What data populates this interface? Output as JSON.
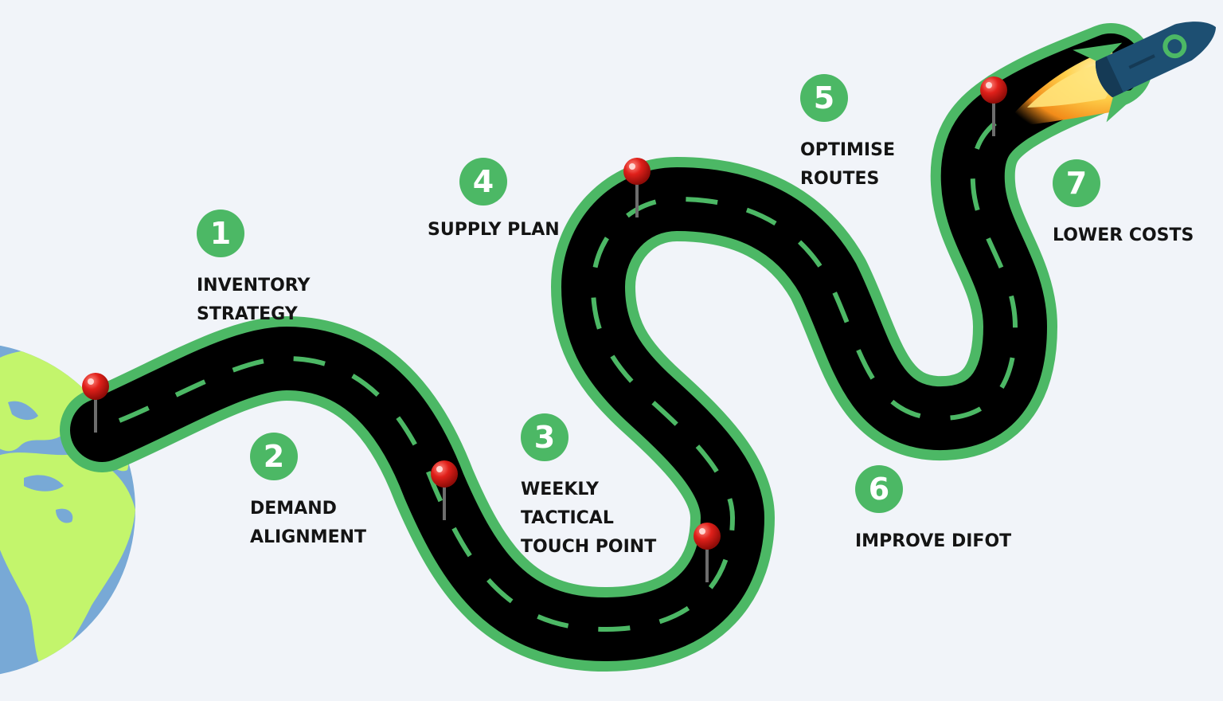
{
  "steps": [
    {
      "number": "1",
      "label": "INVENTORY\nSTRATEGY"
    },
    {
      "number": "2",
      "label": "DEMAND\nALIGNMENT"
    },
    {
      "number": "3",
      "label": "WEEKLY\nTACTICAL\nTOUCH POINT"
    },
    {
      "number": "4",
      "label": "SUPPLY PLAN"
    },
    {
      "number": "5",
      "label": "OPTIMISE\nROUTES"
    },
    {
      "number": "6",
      "label": "IMPROVE DIFOT"
    },
    {
      "number": "7",
      "label": "LOWER COSTS"
    }
  ],
  "colors": {
    "background": "#f1f4f9",
    "road": "#000000",
    "road_border": "#4cb865",
    "lane_dash": "#4cb865",
    "badge": "#4cb865",
    "pin_head": "#e0201a",
    "globe_ocean": "#78a9d6",
    "globe_land": "#c3f56c",
    "rocket_body": "#1d4f72",
    "rocket_fins": "#4cb865",
    "flame": "#f6a21b"
  },
  "icons": [
    "globe-icon",
    "map-pin-icon",
    "rocket-icon",
    "road-icon"
  ]
}
